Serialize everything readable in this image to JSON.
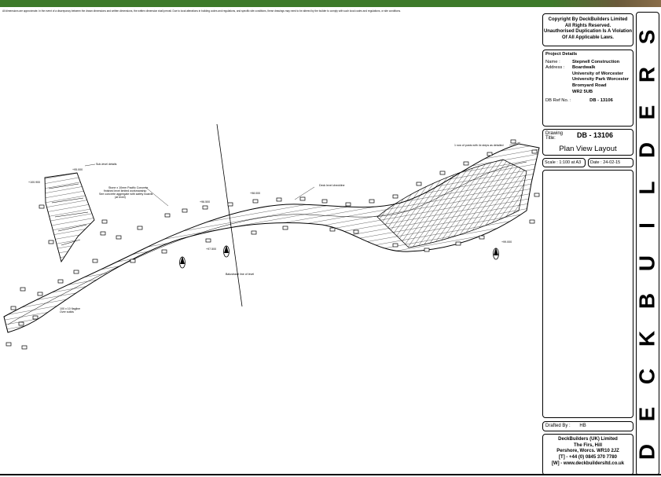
{
  "header": {
    "disclaimer": "All dimensions are approximate. In the event of a discrepancy between the drawn dimensions and written dimensions, the written dimension shall prevail. Due to local alterations in building codes and regulations, and specific site conditions, these drawings may need to be altered by the builder to comply with such local codes and regulations, or site conditions."
  },
  "title_block": {
    "copyright": [
      "Copyright By DeckBuilders Limited",
      "All Rights Reserved.",
      "Unauthorised Duplication Is A Violation",
      "Of All Applicable Laws."
    ],
    "project_heading": "Project Details",
    "name_label": "Name :",
    "name_value": "Stepnell Construction",
    "address_label": "Address :",
    "address_lines": [
      "Boardwalk",
      "University of Worcester",
      "University Park Worcester",
      "Bromyard Road",
      "WR2 5UB"
    ],
    "ref_label": "DB Ref No. :",
    "ref_value": "DB - 13106",
    "drawing_title_label": "Drawing Title:",
    "drawing_number": "DB - 13106",
    "drawing_title": "Plan View Layout",
    "scale": "Scale :   1:100 at A3",
    "date": "Date : 24-02-15",
    "drafted_label": "Drafted By :",
    "drafted_value": "HB",
    "company_address": [
      "DeckBuilders (UK) Limited",
      "The Firs, Hill",
      "Pershore, Worcs. WR10 2JZ",
      "[T] - +44 (0) 0845 370 7780",
      "[W] - www.deckbuildersltd.co.uk"
    ]
  },
  "brand_letters": [
    "S",
    "R",
    "E",
    "D",
    "L",
    "I",
    "U",
    "B",
    "K",
    "C",
    "E",
    "D"
  ],
  "drawing_labels": {
    "top_left": "Sub-level details",
    "left_note": [
      "Stone x 10mm Pacific Concrete",
      "finished level limited workmanship",
      "See concrete aggregate with safety boards",
      "(at level)"
    ],
    "middle": "Deck level checkline",
    "right_top": "1 row of posts with 4x steps as detailed",
    "bottom_left": [
      "100 x 10 flagline",
      "Over solids"
    ],
    "bottom_mid": "Balustrade line of level",
    "lvl_1": "+95.000",
    "lvl_2": "+100.900",
    "lvl_3": "+96.500",
    "lvl_4": "+98.000",
    "lvl_5": "+97.500",
    "lvl_6": "+99.000"
  }
}
